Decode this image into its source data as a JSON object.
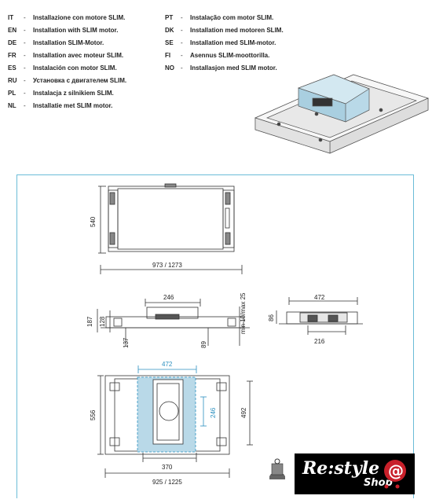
{
  "languages_left": [
    {
      "code": "IT",
      "text": "Installazione con motore SLIM."
    },
    {
      "code": "EN",
      "text": "Installation with SLIM motor."
    },
    {
      "code": "DE",
      "text": "Installation SLIM-Motor."
    },
    {
      "code": "FR",
      "text": "Installation avec moteur SLIM."
    },
    {
      "code": "ES",
      "text": "Instalación con motor SLIM."
    },
    {
      "code": "RU",
      "text": "Установка с двигателем SLIM."
    },
    {
      "code": "PL",
      "text": "Instalacja z silnikiem SLIM."
    },
    {
      "code": "NL",
      "text": "Installatie met SLIM motor."
    }
  ],
  "languages_right": [
    {
      "code": "PT",
      "text": "Instalação com motor SLIM."
    },
    {
      "code": "DK",
      "text": "Installation med motoren SLIM."
    },
    {
      "code": "SE",
      "text": "Installation med SLIM-motor."
    },
    {
      "code": "FI",
      "text": "Asennus SLIM-moottorilla."
    },
    {
      "code": "NO",
      "text": "Installasjon med SLIM motor."
    }
  ],
  "dims": {
    "top_height": "540",
    "top_width": "973 / 1273",
    "front_246": "246",
    "front_187": "187",
    "front_128": "128",
    "front_137": "137",
    "front_89": "89",
    "front_min": "min 10/max 25",
    "side_472": "472",
    "side_86": "86",
    "side_216": "216",
    "bot_472": "472",
    "bot_556": "556",
    "bot_246": "246",
    "bot_492": "492",
    "bot_370": "370",
    "bot_width": "925 / 1225"
  },
  "logo": {
    "brand": "Re:style",
    "sub": "Shop"
  },
  "colors": {
    "accent": "#2a8fbf",
    "motor_fill": "#b9d9e8",
    "frame_border": "#6bbcd8"
  }
}
